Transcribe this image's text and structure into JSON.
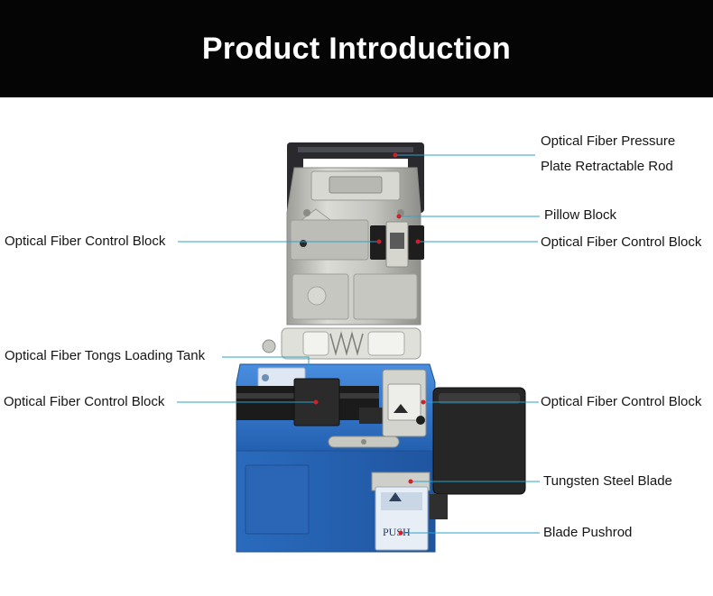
{
  "header": {
    "title": "Product Introduction"
  },
  "device": {
    "push_label": "PUSH"
  },
  "callouts": {
    "pressure_plate_line1": "Optical Fiber Pressure",
    "pressure_plate_line2": "Plate Retractable Rod",
    "pillow_block": "Pillow Block",
    "control_block_left_top": "Optical Fiber Control Block",
    "control_block_right_top": "Optical Fiber Control Block",
    "tongs_loading_tank": "Optical Fiber Tongs Loading Tank",
    "control_block_left_bottom": "Optical Fiber Control Block",
    "control_block_right_bottom": "Optical Fiber Control Block",
    "tungsten_blade": "Tungsten Steel Blade",
    "blade_pushrod": "Blade Pushrod"
  },
  "colors": {
    "banner_bg": "#050505",
    "banner_text": "#ffffff",
    "leader_line": "#2aa3c8",
    "marker_dot": "#d0202a",
    "body_blue": "#2f74c8",
    "metal": "#c9c9c4",
    "blade_box": "#262626"
  }
}
